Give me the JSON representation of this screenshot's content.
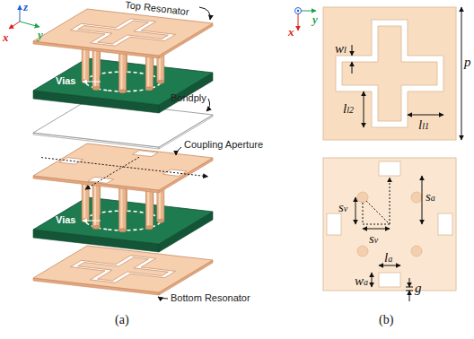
{
  "diagram": {
    "labels": [
      "z",
      "x",
      "y",
      "Top Resonator",
      "Vias",
      "Bondply",
      "Coupling Aperture",
      "Vias",
      "Bottom Resonator",
      "(a)",
      "y",
      "x",
      "wl",
      "p",
      "ll2",
      "ll1",
      "sv",
      "sa",
      "sv",
      "la",
      "wa",
      "g",
      "(b)"
    ]
  }
}
